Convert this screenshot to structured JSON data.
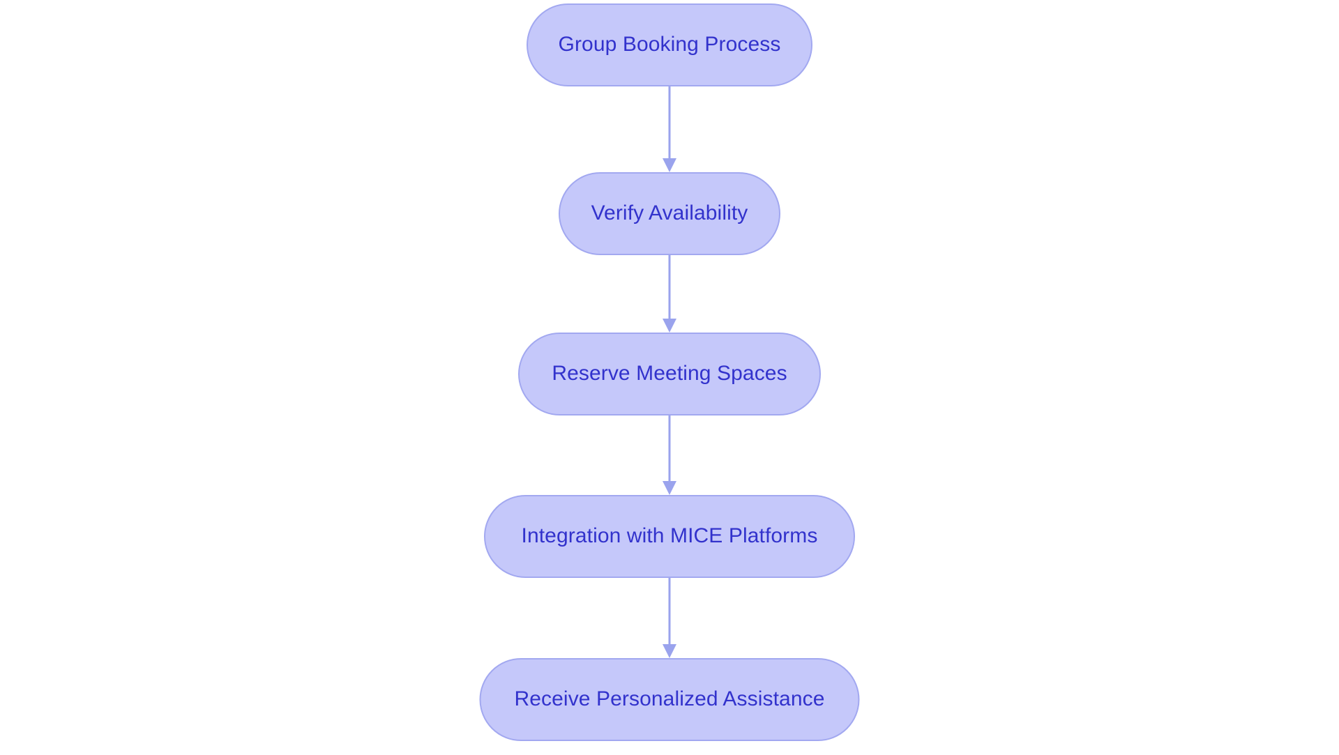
{
  "diagram": {
    "type": "flowchart",
    "orientation": "top-to-bottom",
    "background_color": "#ffffff",
    "node_fill_color": "#c5c8fa",
    "node_border_color": "#a2a8f0",
    "node_text_color": "#3232cc",
    "edge_color": "#9aa3ed",
    "nodes": [
      {
        "id": "n1",
        "label": "Group Booking Process"
      },
      {
        "id": "n2",
        "label": "Verify Availability"
      },
      {
        "id": "n3",
        "label": "Reserve Meeting Spaces"
      },
      {
        "id": "n4",
        "label": "Integration with MICE Platforms"
      },
      {
        "id": "n5",
        "label": "Receive Personalized Assistance"
      }
    ],
    "edges": [
      {
        "from": "n1",
        "to": "n2",
        "label": ""
      },
      {
        "from": "n2",
        "to": "n3",
        "label": ""
      },
      {
        "from": "n3",
        "to": "n4",
        "label": ""
      },
      {
        "from": "n4",
        "to": "n5",
        "label": ""
      }
    ]
  }
}
